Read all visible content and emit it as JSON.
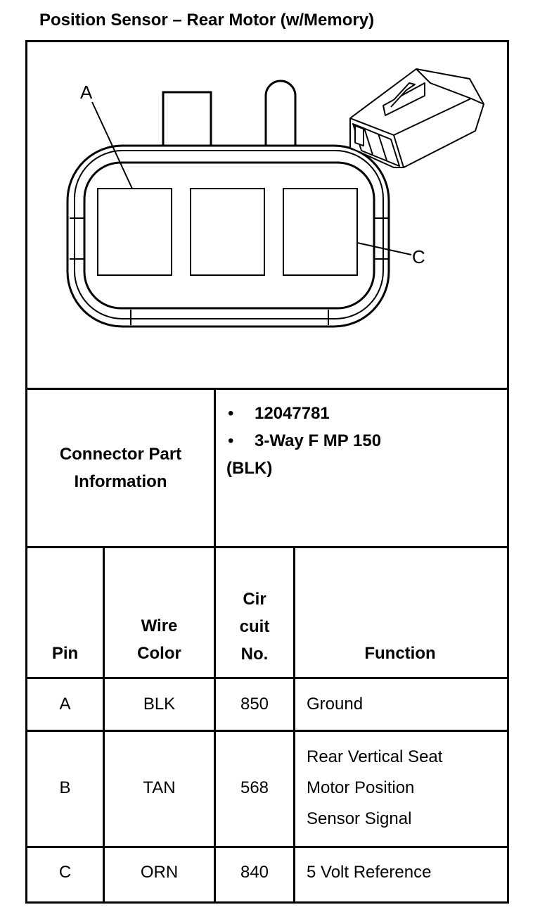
{
  "title": "Position Sensor – Rear Motor (w/Memory)",
  "diagram": {
    "pin_label_a": "A",
    "pin_label_c": "C"
  },
  "connector": {
    "label_line1": "Connector Part",
    "label_line2": "Information",
    "bullet": "•",
    "part_number": "12047781",
    "description": "3-Way F MP 150",
    "color_note": "(BLK)"
  },
  "table": {
    "headers": {
      "pin": "Pin",
      "wire_color": [
        "Wire",
        "Color"
      ],
      "circuit": [
        "Cir",
        "cuit",
        "No."
      ],
      "function": "Function"
    },
    "rows": [
      {
        "pin": "A",
        "color": "BLK",
        "circuit": "850",
        "function": [
          "Ground"
        ]
      },
      {
        "pin": "B",
        "color": "TAN",
        "circuit": "568",
        "function": [
          "Rear Vertical Seat",
          "Motor Position",
          "Sensor Signal"
        ]
      },
      {
        "pin": "C",
        "color": "ORN",
        "circuit": "840",
        "function": [
          "5 Volt Reference"
        ]
      }
    ]
  }
}
